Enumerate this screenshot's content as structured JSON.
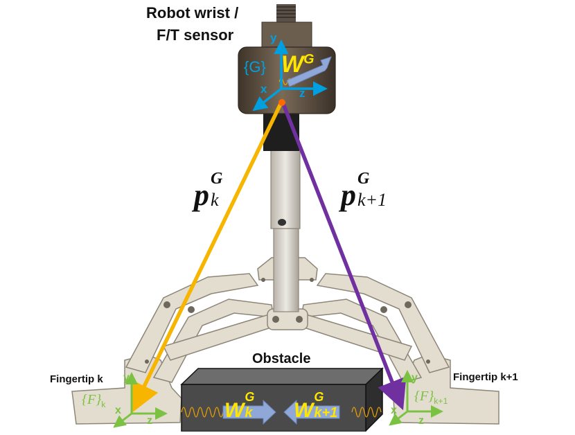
{
  "labels": {
    "wrist_line1": "Robot wrist /",
    "wrist_line2": "F/T sensor",
    "obstacle": "Obstacle",
    "fingertip_left": "Fingertip k",
    "fingertip_right": "Fingertip k+1"
  },
  "wrist_frame": {
    "frame_label": "{G}",
    "wrench": {
      "base": "W",
      "sup": "G"
    },
    "axis_x": "x",
    "axis_y": "y",
    "axis_z": "z"
  },
  "vectors": {
    "p_k": {
      "base": "p",
      "sup": "G",
      "sub": "k",
      "color": "#F7B500"
    },
    "p_k1": {
      "base": "p",
      "sup": "G",
      "sub": "k+1",
      "color": "#7030A0"
    }
  },
  "contact_wrenches": {
    "left": {
      "base": "W",
      "sup": "G",
      "sub": "k"
    },
    "right": {
      "base": "W",
      "sup": "G",
      "sub": "k+1"
    }
  },
  "fingertip_frames": {
    "left": {
      "label": "{F}",
      "sub": "k",
      "axis_x": "x",
      "axis_y": "y",
      "axis_z": "z"
    },
    "right": {
      "label": "{F}",
      "sub": "k+1",
      "axis_x": "x",
      "axis_y": "y",
      "axis_z": "z"
    }
  },
  "colors": {
    "frame_blue": "#00A0E0",
    "fingertip_green": "#7CC242",
    "wrench_yellow": "#FFE600",
    "arrow_blue": "#8FA8D8",
    "p_k": "#F7B500",
    "p_k1": "#7030A0"
  }
}
